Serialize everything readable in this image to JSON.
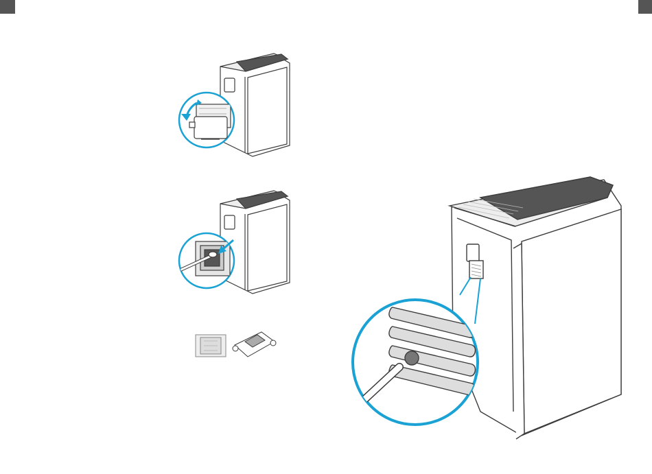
{
  "page": {
    "corner_tabs": [
      "page-tab-left",
      "page-tab-right"
    ]
  },
  "colors": {
    "accent": "#1AA2D4",
    "outline": "#3C3C3C",
    "device_top": "#555555",
    "tab": "#555555"
  },
  "illustrations": {
    "step1": "purifier-sensor-cover-open",
    "step2": "purifier-sensor-clean-swab",
    "step3": "sensor-cover-and-lens-parts",
    "detail": "purifier-grille-vent-clean"
  }
}
